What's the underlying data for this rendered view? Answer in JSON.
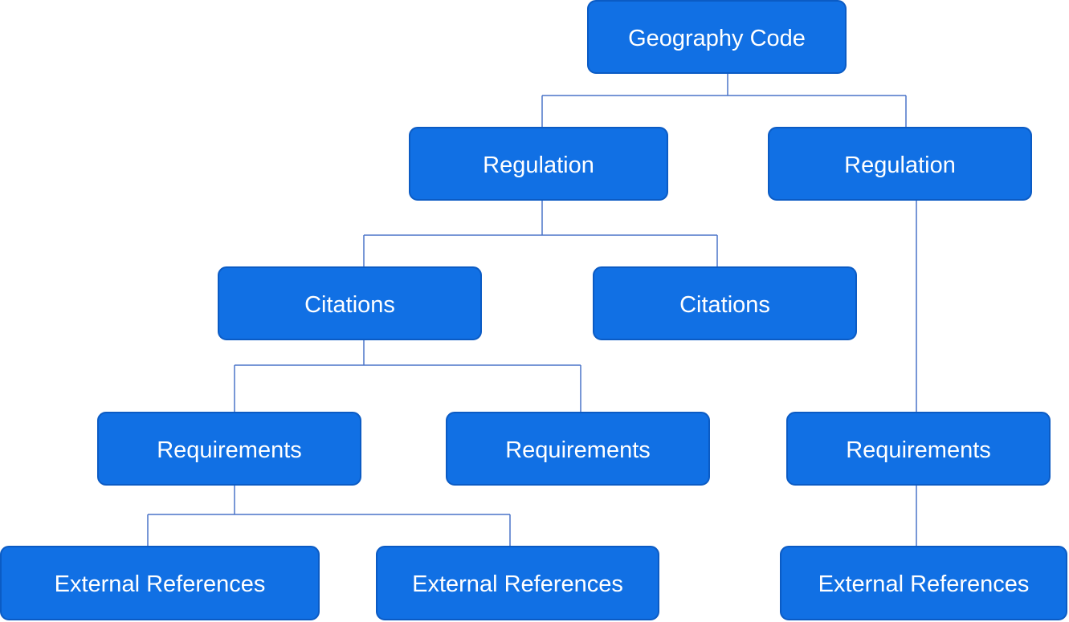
{
  "diagram": {
    "nodes": {
      "root": "Geography Code",
      "regulation_left": "Regulation",
      "regulation_right": "Regulation",
      "citations_left": "Citations",
      "citations_right": "Citations",
      "requirements_left": "Requirements",
      "requirements_middle": "Requirements",
      "requirements_right": "Requirements",
      "external_references_left": "External References",
      "external_references_middle": "External References",
      "external_references_right": "External References"
    },
    "edges": [
      [
        "root",
        "regulation_left"
      ],
      [
        "root",
        "regulation_right"
      ],
      [
        "regulation_left",
        "citations_left"
      ],
      [
        "regulation_left",
        "citations_right"
      ],
      [
        "regulation_right",
        "requirements_right"
      ],
      [
        "citations_left",
        "requirements_left"
      ],
      [
        "citations_left",
        "requirements_middle"
      ],
      [
        "requirements_left",
        "external_references_left"
      ],
      [
        "requirements_left",
        "external_references_middle"
      ],
      [
        "requirements_right",
        "external_references_right"
      ]
    ],
    "colors": {
      "node_fill": "#1170e4",
      "node_border": "#0b5bc4",
      "node_text": "#ffffff",
      "connector": "#4a74c9"
    }
  }
}
